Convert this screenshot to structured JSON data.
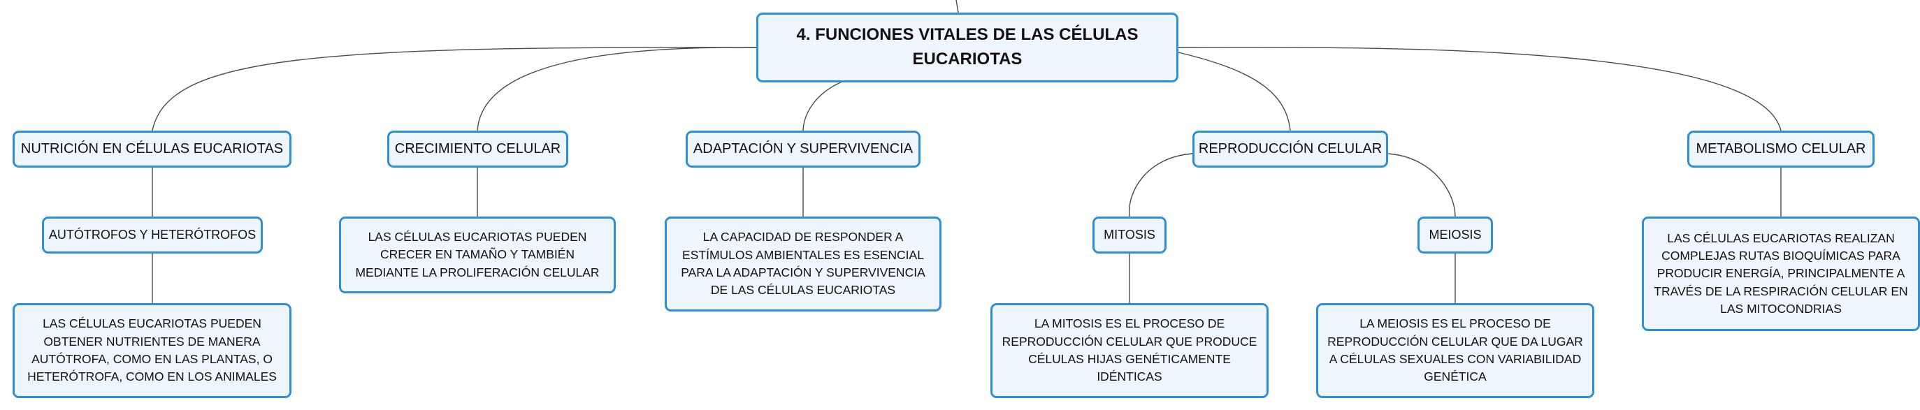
{
  "central_topic": "4. FUNCIONES VITALES DE LAS CÉLULAS EUCARIOTAS",
  "branches": {
    "nutricion": {
      "title": "NUTRICIÓN EN CÉLULAS EUCARIOTAS",
      "subtopic": "AUTÓTROFOS Y HETERÓTROFOS",
      "detail": "LAS CÉLULAS EUCARIOTAS PUEDEN OBTENER NUTRIENTES DE MANERA AUTÓTROFA, COMO EN LAS PLANTAS, O HETERÓTROFA, COMO EN LOS ANIMALES"
    },
    "crecimiento": {
      "title": "CRECIMIENTO CELULAR",
      "detail": "LAS CÉLULAS EUCARIOTAS PUEDEN CRECER EN TAMAÑO Y TAMBIÉN MEDIANTE LA PROLIFERACIÓN CELULAR"
    },
    "adaptacion": {
      "title": "ADAPTACIÓN Y SUPERVIVENCIA",
      "detail": "LA CAPACIDAD DE RESPONDER A ESTÍMULOS AMBIENTALES ES ESENCIAL PARA LA ADAPTACIÓN Y SUPERVIVENCIA DE LAS CÉLULAS EUCARIOTAS"
    },
    "reproduccion": {
      "title": "REPRODUCCIÓN CELULAR",
      "mitosis": {
        "title": "MITOSIS",
        "detail": "LA MITOSIS ES EL PROCESO DE REPRODUCCIÓN CELULAR QUE PRODUCE CÉLULAS HIJAS GENÉTICAMENTE IDÉNTICAS"
      },
      "meiosis": {
        "title": "MEIOSIS",
        "detail": "LA MEIOSIS ES EL PROCESO DE REPRODUCCIÓN CELULAR QUE DA LUGAR A CÉLULAS SEXUALES CON VARIABILIDAD GENÉTICA"
      }
    },
    "metabolismo": {
      "title": "METABOLISMO CELULAR",
      "detail": "LAS CÉLULAS EUCARIOTAS REALIZAN COMPLEJAS RUTAS BIOQUÍMICAS PARA PRODUCIR ENERGÍA, PRINCIPALMENTE A TRAVÉS DE LA RESPIRACIÓN CELULAR EN LAS MITOCONDRIAS"
    }
  }
}
